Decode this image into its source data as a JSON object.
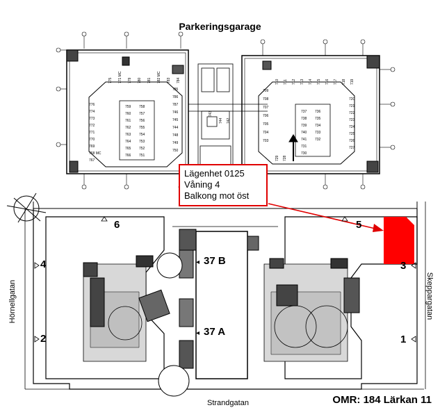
{
  "title": "Parkeringsgarage",
  "callout": {
    "line1": "Lägenhet 0125",
    "line2": "Våning 4",
    "line3": "Balkong mot öst"
  },
  "omr": "OMR: 184 Lärkan 11",
  "streets": {
    "west": "Hörnellgatan",
    "east": "Skeppargatan",
    "south": "Strandgatan"
  },
  "entrances": [
    "1",
    "2",
    "3",
    "4",
    "5",
    "6"
  ],
  "buildings": [
    "37 B",
    "37 A"
  ],
  "colors": {
    "highlight": "#ff0000",
    "callout_border": "#e00000"
  },
  "garage_left_upper": [
    "775",
    "771 MC",
    "779",
    "780",
    "781",
    "782 MC",
    "783",
    "784"
  ],
  "garage_left_col": [
    "776",
    "774",
    "773",
    "772",
    "771",
    "770",
    "769",
    "768 MC",
    "767"
  ],
  "garage_left_center": [
    [
      "759",
      "758"
    ],
    [
      "760",
      "757"
    ],
    [
      "761",
      "756"
    ],
    [
      "762",
      "755"
    ],
    [
      "763",
      "754"
    ],
    [
      "764",
      "753"
    ],
    [
      "765",
      "752"
    ],
    [
      "766",
      "751"
    ]
  ],
  "garage_left_right": [
    "785",
    "786",
    "787",
    "746",
    "745",
    "744",
    "748",
    "749",
    "750"
  ],
  "garage_right_upper": [
    "710",
    "711",
    "712",
    "713",
    "714",
    "715",
    "716",
    "717",
    "718",
    "719"
  ],
  "garage_right_col1": [
    "709",
    "708",
    "707",
    "706",
    "705",
    "704",
    "703"
  ],
  "garage_right_center": [
    [
      "737",
      "736"
    ],
    [
      "738",
      "735"
    ],
    [
      "739",
      "734"
    ],
    [
      "740",
      "733"
    ],
    [
      "741",
      "732"
    ],
    [
      "731"
    ],
    [
      "730"
    ]
  ],
  "garage_right_right": [
    "720",
    "721",
    "722",
    "723",
    "724",
    "725",
    "726",
    "727"
  ],
  "garage_mid": [
    "743",
    "744",
    "742",
    "729",
    "728"
  ]
}
